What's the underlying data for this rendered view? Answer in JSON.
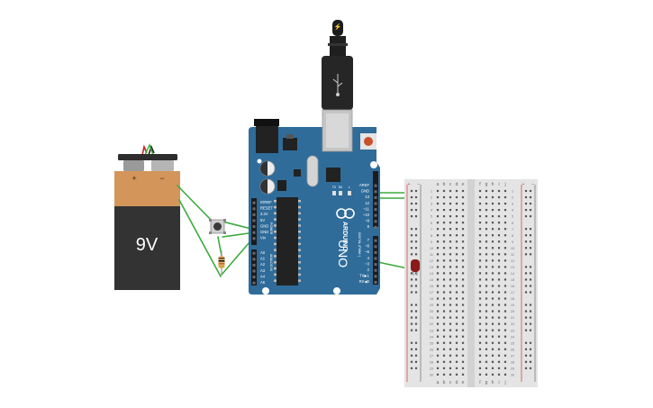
{
  "battery": {
    "voltage_label": "9V",
    "plus_label": "+",
    "minus_label": "−"
  },
  "arduino": {
    "brand": "ARDUINO",
    "model": "UNO",
    "power_header_label": "POWER",
    "analog_header_label": "ANALOG IN",
    "digital_header_label": "DIGITAL (PWM~)",
    "led_labels": [
      "TX",
      "RX",
      "L"
    ],
    "power_pins": [
      "IOREF",
      "RESET",
      "3.3V",
      "5V",
      "GND",
      "GND",
      "Vin"
    ],
    "analog_pins": [
      "A0",
      "A1",
      "A2",
      "A3",
      "A4",
      "A5"
    ],
    "top_digital_pins": [
      "AREF",
      "GND",
      "13",
      "12",
      "~11",
      "~10",
      "~9",
      "8"
    ],
    "bottom_digital_pins": [
      "7",
      "~6",
      "~5",
      "4",
      "~3",
      "2",
      "TX▶1",
      "RX◀0"
    ]
  },
  "breadboard": {
    "columns_left": [
      "a",
      "b",
      "c",
      "d",
      "e"
    ],
    "columns_right": [
      "f",
      "g",
      "h",
      "i",
      "j"
    ],
    "rail_plus": "+",
    "rail_minus": "−",
    "rows": 30
  },
  "colors": {
    "wire": "#3bab3b",
    "arduino_board": "#2f6c9a",
    "battery_top": "#d79a5a",
    "battery_body": "#333333",
    "breadboard": "#e4e4e4",
    "led": "#8b1a1a"
  }
}
